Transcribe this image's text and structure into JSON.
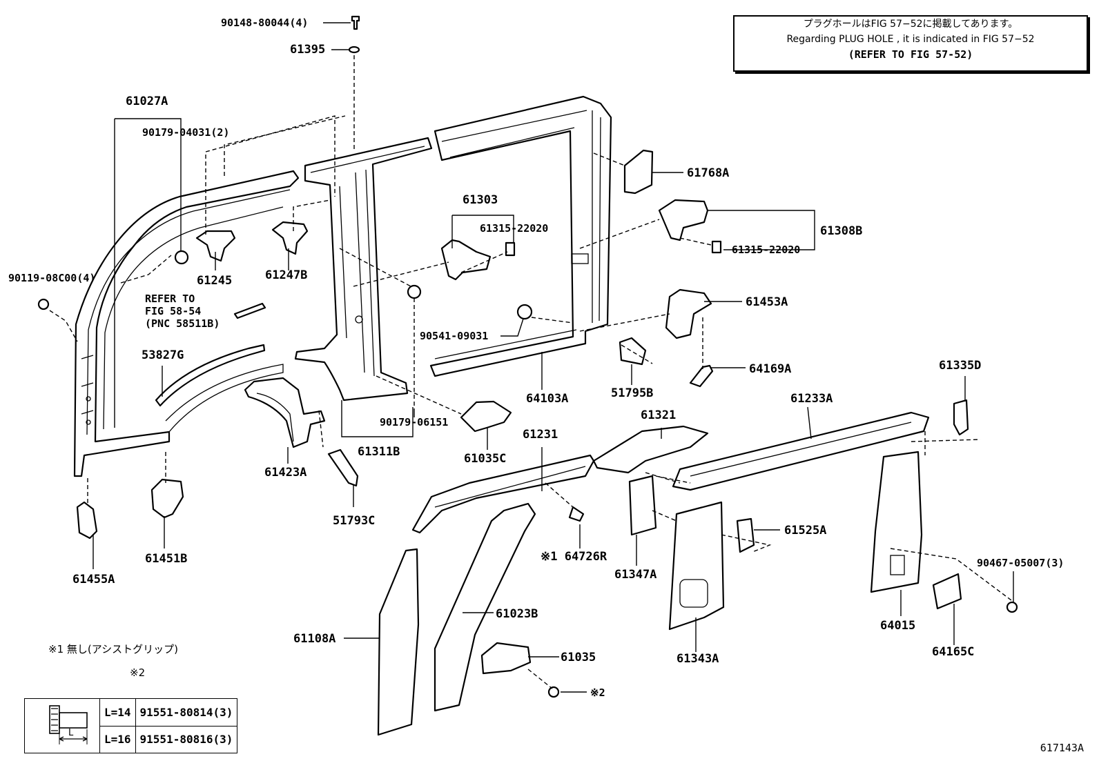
{
  "note": {
    "line_jp": "プラグホールはFIG 57−52に掲載してあります。",
    "line_en": "Regarding  PLUG  HOLE , it is indicated in FIG  57−52",
    "line_ref": "(REFER TO FIG 57-52)"
  },
  "labels": {
    "p90148": "90148-80044(4)",
    "p61395": "61395",
    "p61027A": "61027A",
    "p90179a": "90179-04031(2)",
    "p90119": "90119-08C00(4)",
    "p61245": "61245",
    "p61247B": "61247B",
    "refer1": "REFER TO",
    "refer2": "FIG 58-54",
    "refer3": "(PNC 58511B)",
    "p53827G": "53827G",
    "p61423A": "61423A",
    "p61451B": "61451B",
    "p61455A": "61455A",
    "p51793C": "51793C",
    "p61311B": "61311B",
    "p90179b": "90179-06151",
    "p61035C": "61035C",
    "p61303": "61303",
    "p61315a": "61315-22020",
    "p90541": "90541-09031",
    "p64103A": "64103A",
    "p61768A": "61768A",
    "p61308B": "61308B",
    "p61315b": "61315-22020",
    "p61453A": "61453A",
    "p51795B": "51795B",
    "p64169A": "64169A",
    "p61335D": "61335D",
    "p61233A": "61233A",
    "p61321": "61321",
    "p61231": "61231",
    "p64726R": "※1 64726R",
    "p61347A": "61347A",
    "p61525A": "61525A",
    "p90467": "90467-05007(3)",
    "p64015": "64015",
    "p64165C": "64165C",
    "p61343A": "61343A",
    "p61108A": "61108A",
    "p61023B": "61023B",
    "p61035": "61035",
    "star2": "※2"
  },
  "footnote1": "※1 無し(アシストグリップ)",
  "table": {
    "header": "※2",
    "dim_label": "L",
    "rows": [
      {
        "len": "L=14",
        "part": "91551-80814(3)"
      },
      {
        "len": "L=16",
        "part": "91551-80816(3)"
      }
    ]
  },
  "figure_number": "617143A"
}
